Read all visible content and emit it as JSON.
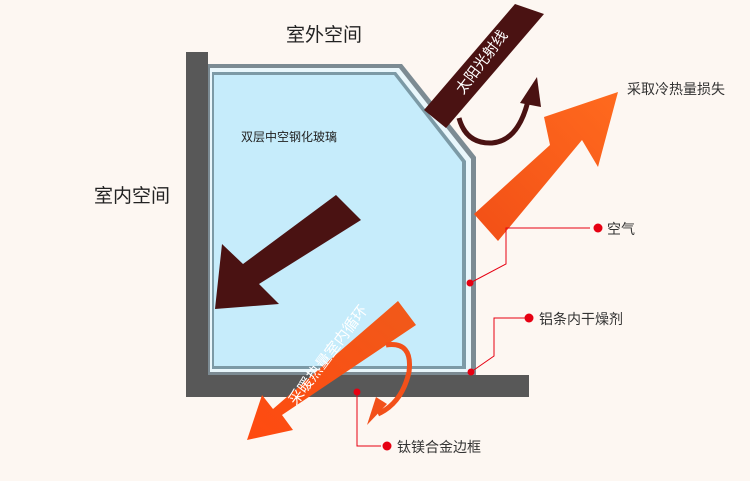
{
  "labels": {
    "outdoor": "室外空间",
    "indoor": "室内空间",
    "glass": "双层中空钢化玻璃",
    "sunlight": "太阳光射线",
    "heating_loss": "采取冷热量损失",
    "air": "空气",
    "desiccant": "铝条内干燥剂",
    "indoor_circulation": "采暖热量室内循环",
    "frame": "钛镁合金边框"
  },
  "colors": {
    "background": "#fdf7f2",
    "frame_gray": "#555555",
    "glass_fill": "#c6ecfb",
    "dark_arrow": "#4a1212",
    "orange_arrow": "#f24f16",
    "callout_red": "#e60012"
  }
}
